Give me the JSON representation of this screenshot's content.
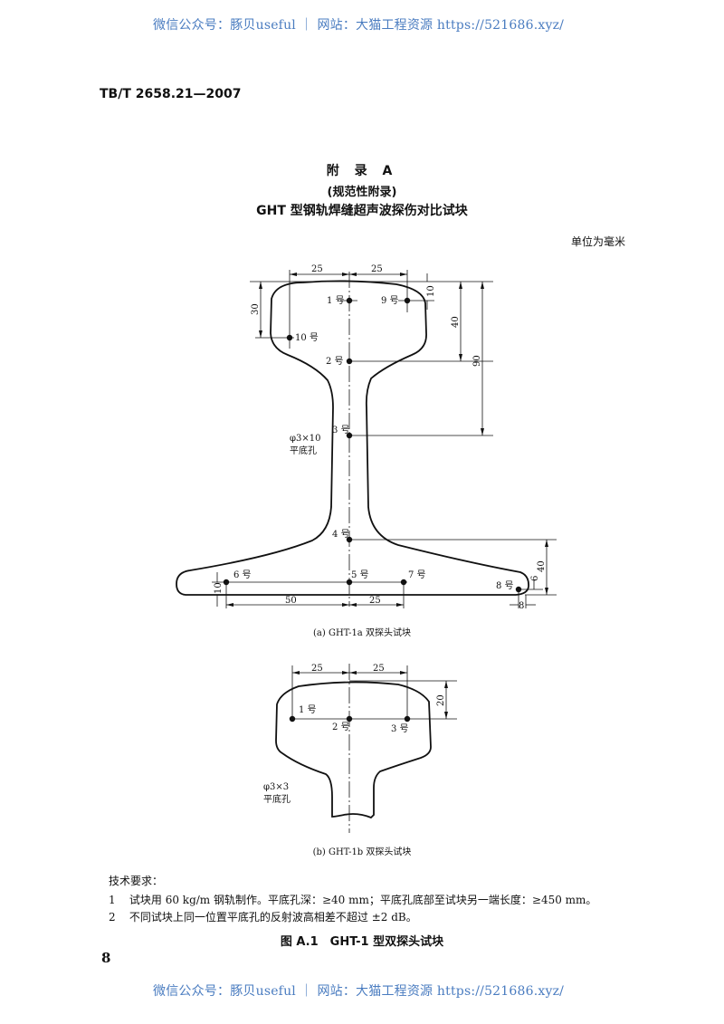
{
  "watermark": {
    "top": "微信公众号：豚贝useful ｜ 网站：大猫工程资源 https://521686.xyz/",
    "bottom": "微信公众号：豚贝useful ｜ 网站：大猫工程资源 https://521686.xyz/",
    "color": "#4a7cc0"
  },
  "header": {
    "standard_code": "TB/T 2658.21—2007"
  },
  "appendix": {
    "label": "附 录 A",
    "type": "(规范性附录)",
    "title": "GHT 型钢轨焊缝超声波探伤对比试块",
    "unit": "单位为毫米"
  },
  "figure_a": {
    "caption": "(a) GHT-1a 双探头试块",
    "hole_note_line1": "φ3×10",
    "hole_note_line2": "平底孔",
    "points": [
      "1 号",
      "2 号",
      "3 号",
      "4 号",
      "5 号",
      "6 号",
      "7 号",
      "8 号",
      "9 号",
      "10 号"
    ],
    "dims": {
      "top_left": "25",
      "top_right": "25",
      "d10_top": "10",
      "d30": "30",
      "d40_head": "40",
      "d90": "90",
      "d40_foot": "40",
      "d6": "6",
      "d8": "8",
      "d10_foot": "10",
      "d50": "50",
      "d25_foot": "25"
    }
  },
  "figure_b": {
    "caption": "(b) GHT-1b 双探头试块",
    "hole_note_line1": "φ3×3",
    "hole_note_line2": "平底孔",
    "points": [
      "1 号",
      "2 号",
      "3 号"
    ],
    "dims": {
      "top_left": "25",
      "top_right": "25",
      "d20": "20"
    }
  },
  "notes": {
    "heading": "技术要求：",
    "items": [
      {
        "num": "1",
        "text": "试块用 60 kg/m 钢轨制作。平底孔深：≥40 mm；平底孔底部至试块另一端长度：≥450 mm。"
      },
      {
        "num": "2",
        "text": "不同试块上同一位置平底孔的反射波高相差不超过 ±2 dB。"
      }
    ]
  },
  "figure_title": "图 A.1　GHT-1 型双探头试块",
  "page_number": "8"
}
